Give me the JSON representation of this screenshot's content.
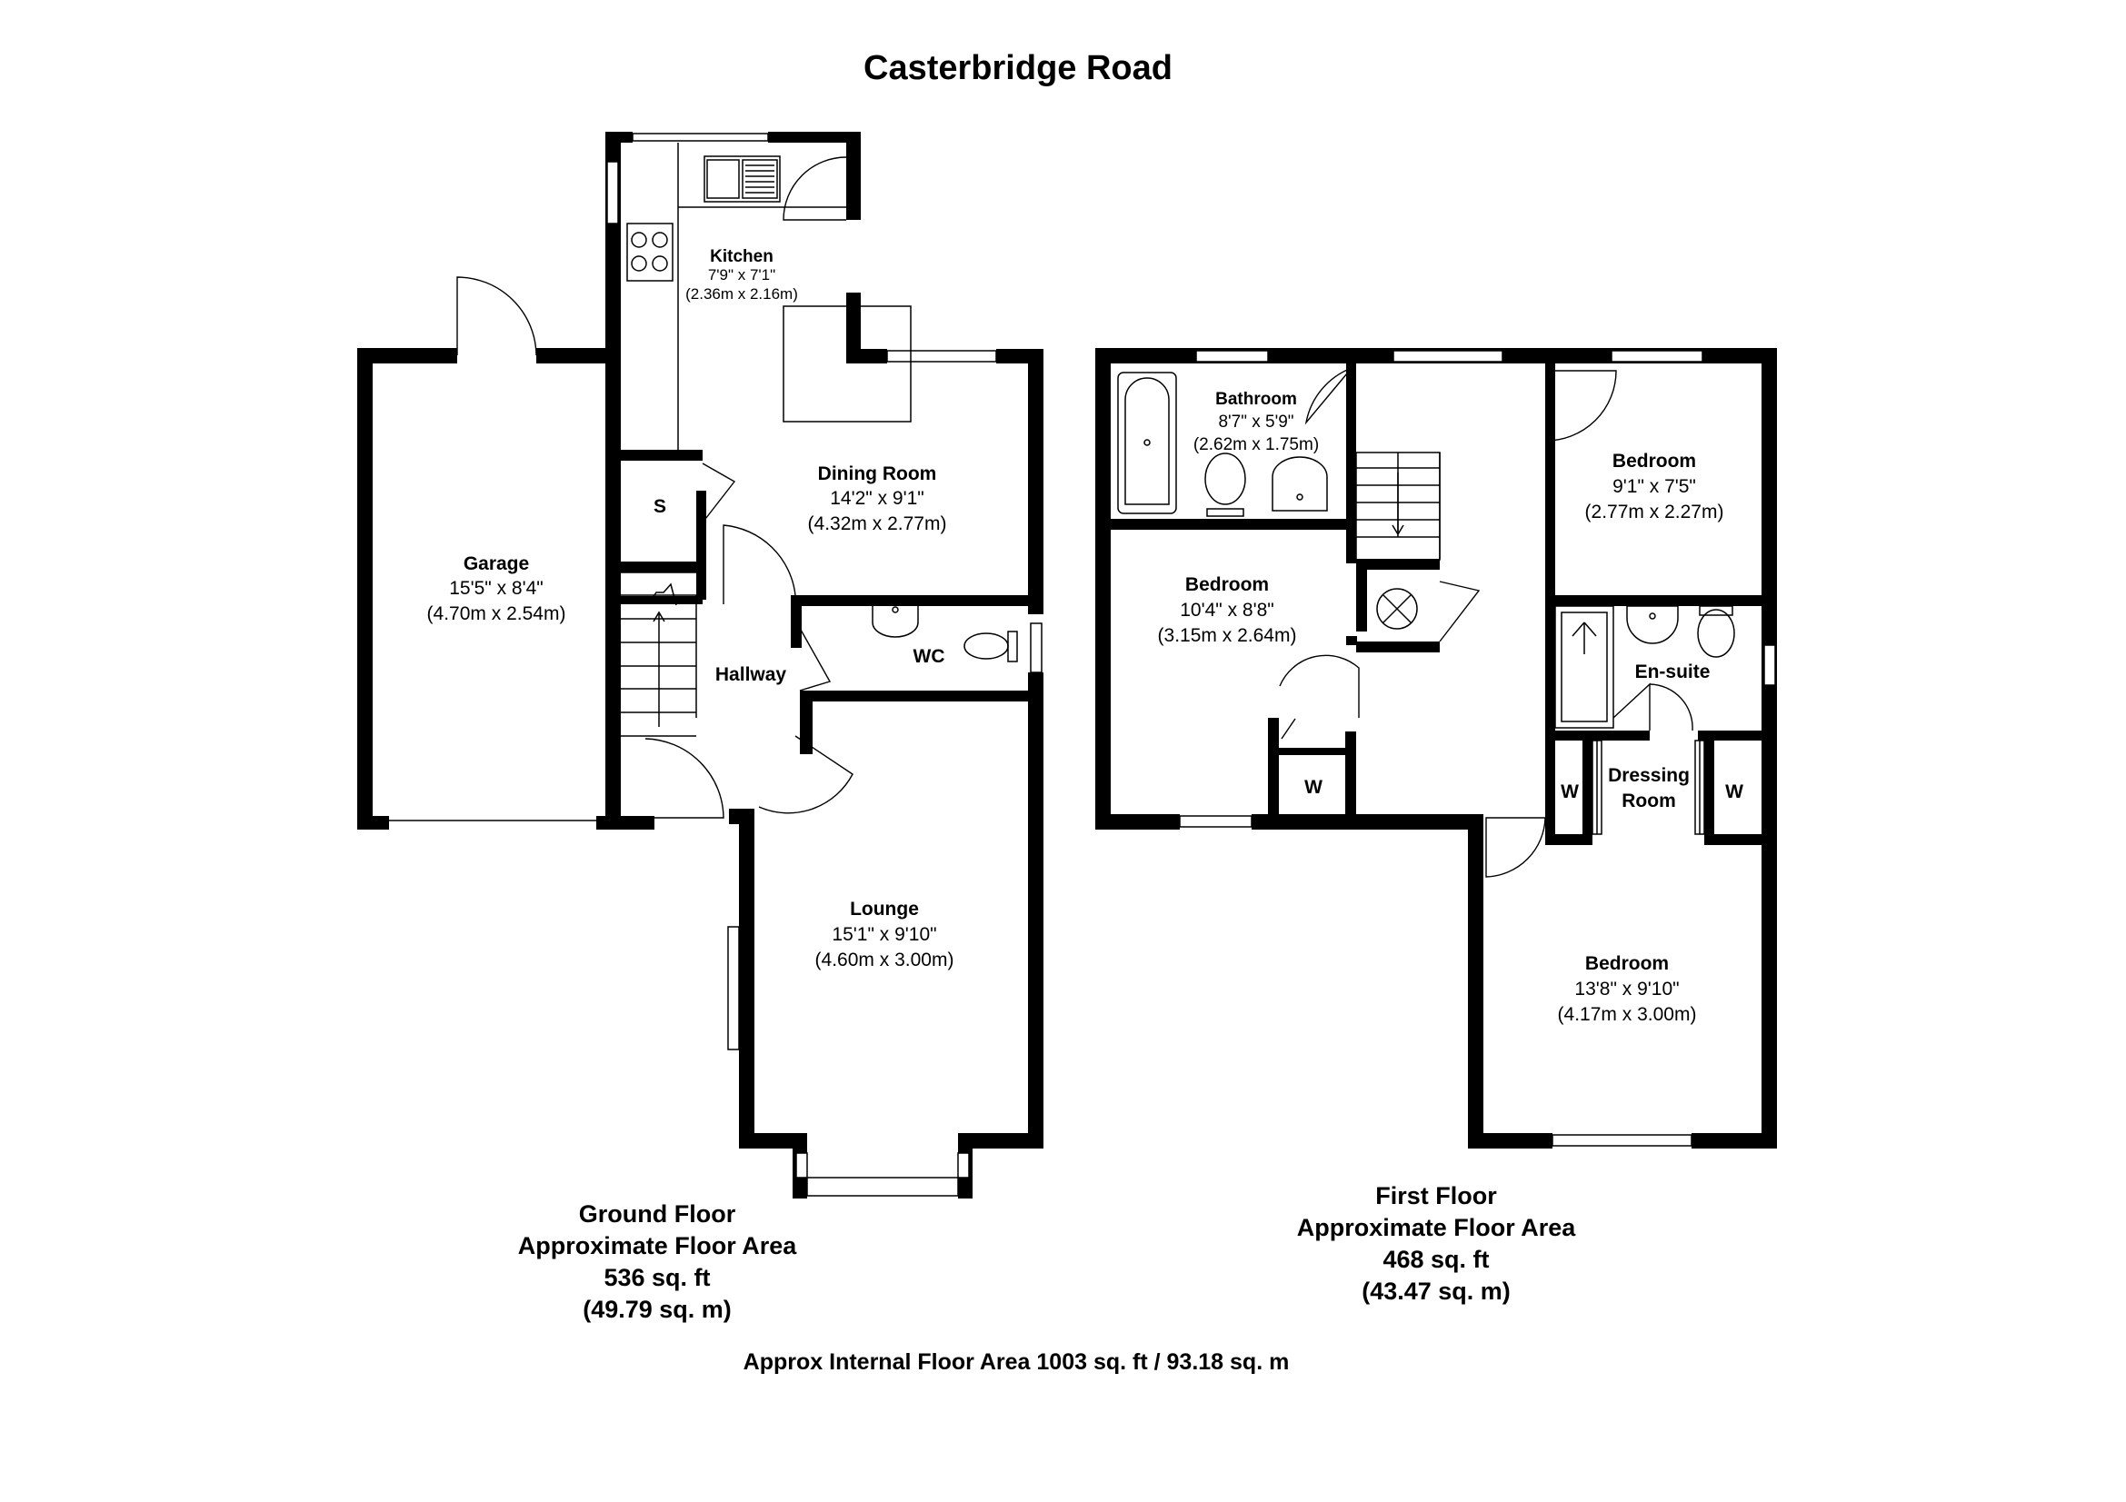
{
  "title": "Casterbridge Road",
  "ground_floor": {
    "rooms": [
      {
        "name": "Kitchen",
        "imperial": "7'9\" x 7'1\"",
        "metric": "(2.36m x 2.16m)"
      },
      {
        "name": "Dining Room",
        "imperial": "14'2\" x 9'1\"",
        "metric": "(4.32m x 2.77m)"
      },
      {
        "name": "Garage",
        "imperial": "15'5\" x 8'4\"",
        "metric": "(4.70m x 2.54m)"
      },
      {
        "name": "Hallway"
      },
      {
        "name": "WC"
      },
      {
        "name": "S"
      },
      {
        "name": "Lounge",
        "imperial": "15'1\" x 9'10\"",
        "metric": "(4.60m x 3.00m)"
      }
    ],
    "label": "Ground Floor",
    "area_label": "Approximate Floor Area",
    "area_sqft": "536 sq. ft",
    "area_sqm": "(49.79 sq. m)"
  },
  "first_floor": {
    "rooms": [
      {
        "name": "Bathroom",
        "imperial": "8'7\" x 5'9\"",
        "metric": "(2.62m x 1.75m)"
      },
      {
        "name": "Bedroom",
        "imperial": "9'1\" x 7'5\"",
        "metric": "(2.77m x 2.27m)"
      },
      {
        "name": "Bedroom",
        "imperial": "10'4\" x 8'8\"",
        "metric": "(3.15m x 2.64m)"
      },
      {
        "name": "En-suite"
      },
      {
        "name": "Dressing",
        "name2": "Room"
      },
      {
        "name": "W"
      },
      {
        "name": "W"
      },
      {
        "name": "W"
      },
      {
        "name": "Bedroom",
        "imperial": "13'8\" x 9'10\"",
        "metric": "(4.17m x 3.00m)"
      }
    ],
    "label": "First Floor",
    "area_label": "Approximate Floor Area",
    "area_sqft": "468 sq. ft",
    "area_sqm": "(43.47 sq. m)"
  },
  "total_area": "Approx Internal Floor Area 1003 sq. ft / 93.18 sq. m"
}
